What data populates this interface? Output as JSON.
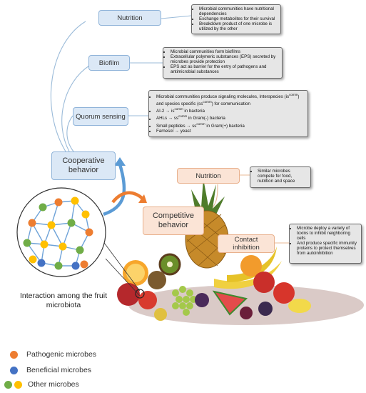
{
  "cooperative": {
    "label": "Cooperative behavior",
    "nutrition": {
      "label": "Nutrition",
      "notes": [
        "Microbial communities have nutritional dependencies",
        "Exchange metabolites for their survival",
        "Breakdown product of one microbe is utilized by the other"
      ]
    },
    "biofilm": {
      "label": "Biofilm",
      "notes": [
        "Microbial communities form biofilms",
        "Extracellular polymeric substances (EPS) secreted by microbes provide protection",
        "EPS act as barrier for the entry of pathogens and antimicrobial substances"
      ]
    },
    "quorum": {
      "label": "Quorum sensing",
      "notes": [
        "Microbial communities produce signaling molecules, Interspecies (is^comm) and species specific (ss^comm) for communication",
        "AI-2 → is^comm in bacteria",
        "AHLs → ss^comm in Gram(-) bacteria",
        "Small peptides → ss^comm in Gram(+) bacteria",
        "Farnesol → yeast"
      ]
    }
  },
  "competitive": {
    "label": "Competitive behavior",
    "nutrition": {
      "label": "Nutrition",
      "notes": [
        "Similar microbes compete for food, nutrition and space"
      ]
    },
    "contact": {
      "label": "Contact inhibition",
      "notes": [
        "Microbe deploy a variety of toxins to inhibit neighboring cells",
        "And produce specific immunity proteins to protect themselves from autoinhibition"
      ]
    }
  },
  "interaction_label": "Interaction among the fruit microbiota",
  "legend": [
    {
      "label": "Pathogenic microbes",
      "color": "#ed7d31"
    },
    {
      "label": "Beneficial microbes",
      "color": "#4472c4"
    },
    {
      "label": "Other microbes",
      "colors": [
        "#70ad47",
        "#ffc000"
      ]
    }
  ],
  "colors": {
    "blue_box": "#dbe8f6",
    "orange_box": "#fbe4d6",
    "arrow_blue": "#5b9bd5",
    "arrow_orange": "#ed7d31",
    "pathogenic": "#ed7d31",
    "beneficial": "#4472c4",
    "green": "#70ad47",
    "yellow": "#ffc000"
  }
}
